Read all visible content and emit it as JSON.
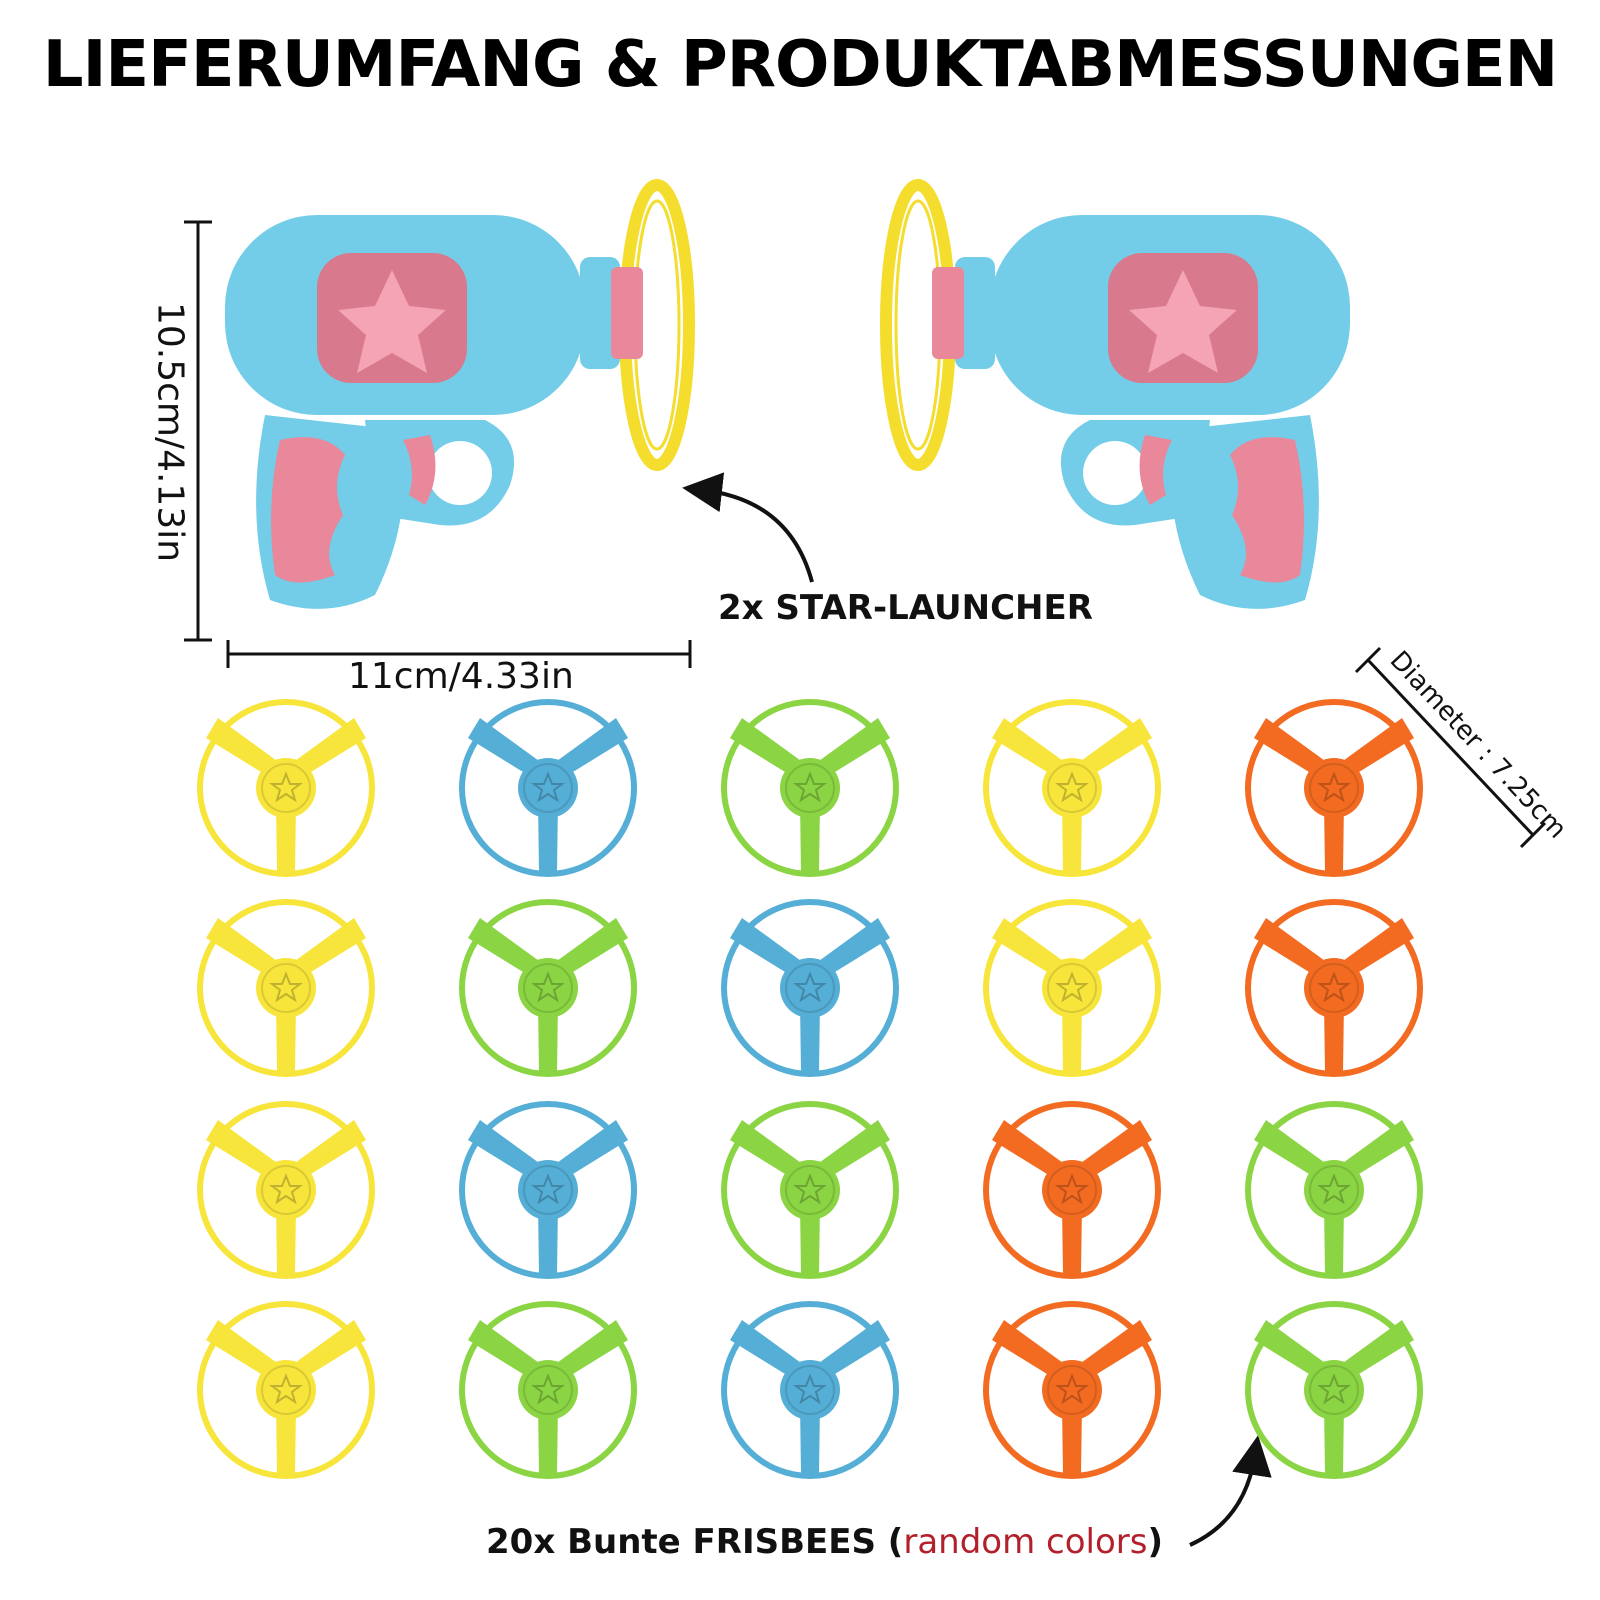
{
  "header": {
    "title": "LIEFERUMFANG & PRODUKTABMESSUNGEN"
  },
  "dimensions": {
    "launcher_height": "10.5cm/4.13in",
    "launcher_width": "11cm/4.33in",
    "frisbee_diameter": "Diameter : 7.25cm"
  },
  "labels": {
    "launcher": "2x STAR-LAUNCHER",
    "frisbees_prefix": "20x Bunte FRISBEES (",
    "frisbees_accent": "random colors",
    "frisbees_suffix": ")"
  },
  "colors": {
    "yellow": "#f7e53b",
    "blue": "#55aed6",
    "green": "#8bd443",
    "orange": "#f26b21",
    "launcher_body": "#73cde8",
    "launcher_accent": "#e8889a",
    "accent_text": "#b3202b"
  },
  "frisbee_grid": [
    [
      "yellow",
      "blue",
      "green",
      "yellow",
      "orange"
    ],
    [
      "yellow",
      "green",
      "blue",
      "yellow",
      "orange"
    ],
    [
      "yellow",
      "blue",
      "green",
      "orange",
      "green"
    ],
    [
      "yellow",
      "green",
      "blue",
      "orange",
      "green"
    ]
  ]
}
